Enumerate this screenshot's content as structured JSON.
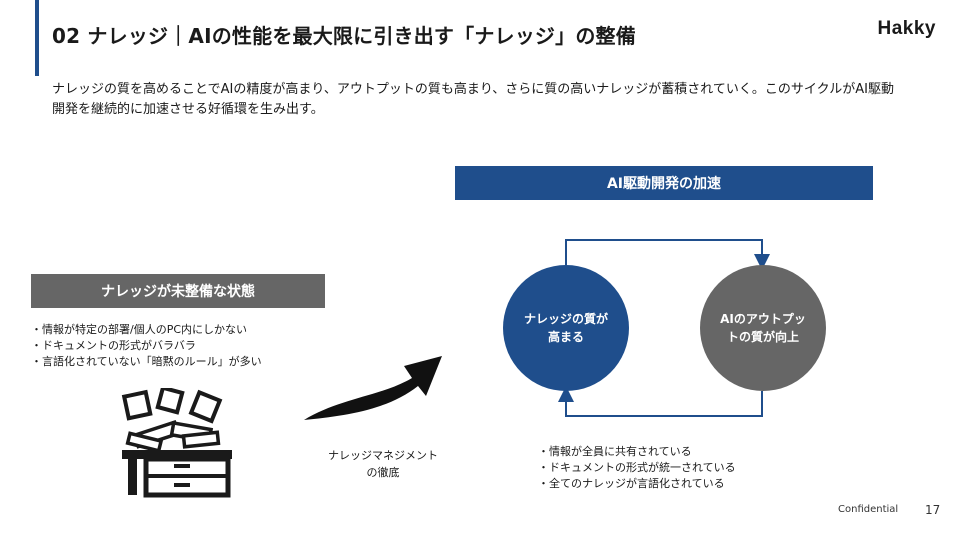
{
  "header": {
    "title": "02 ナレッジ｜AIの性能を最大限に引き出す「ナレッジ」の整備",
    "logo": "Hakky"
  },
  "lead": "ナレッジの質を高めることでAIの精度が高まり、アウトプットの質も高まり、さらに質の高いナレッジが蓄積されていく。このサイクルがAI駆動開発を継続的に加速させる好循環を生み出す。",
  "left_panel": {
    "heading": "ナレッジが未整備な状態",
    "bullets": [
      "・情報が特定の部署/個人のPC内にしかない",
      "・ドキュメントの形式がバラバラ",
      "・言語化されていない「暗黙のルール」が多い"
    ],
    "icon": "messy-desk-with-papers-icon"
  },
  "transition": {
    "label_line1": "ナレッジマネジメント",
    "label_line2": "の徹底",
    "icon": "curved-arrow-icon"
  },
  "right_panel": {
    "heading": "AI駆動開発の加速",
    "circle_knowledge": {
      "line1": "ナレッジの質が",
      "line2": "高まる"
    },
    "circle_output": {
      "line1": "AIのアウトプッ",
      "line2": "トの質が向上"
    },
    "bullets": [
      "・情報が全員に共有されている",
      "・ドキュメントの形式が統一されている",
      "・全てのナレッジが言語化されている"
    ]
  },
  "footer": {
    "confidential": "Confidential",
    "page_number": "17"
  },
  "colors": {
    "brand_blue": "#1f4e8c",
    "neutral_gray": "#666666",
    "ink": "#1a1a1a"
  }
}
